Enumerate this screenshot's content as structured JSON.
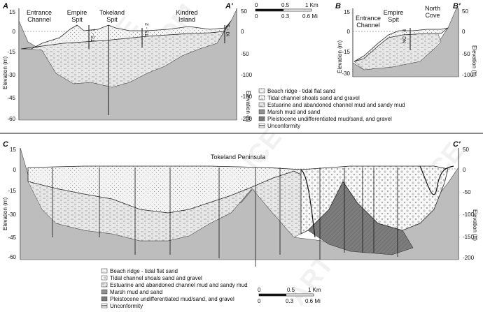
{
  "panel_top_left": {
    "corner_left": "A",
    "corner_right": "A'",
    "sites": [
      "Entrance\nChannel",
      "Empire\nSpit",
      "Tokeland\nSpit",
      "Kindred\nIsland"
    ],
    "wells": [
      "TS - 1",
      "TS - 2",
      "KI - 1"
    ],
    "y_left_label": "Elevation (m)",
    "y_right_label": "Elevation (ft)",
    "y_left_ticks": [
      "15",
      "0",
      "-15",
      "-30",
      "-45",
      "-60"
    ],
    "y_right_ticks": [
      "50",
      "0",
      "-50",
      "-100",
      "-150",
      "-200"
    ]
  },
  "panel_top_right": {
    "corner_left": "B",
    "corner_right": "B'",
    "sites": [
      "Entrance\nChannel",
      "Empire\nSpit",
      "North\nCove"
    ],
    "wells": [
      "NC - 4"
    ],
    "y_left_label": "Elevation (m)",
    "y_right_label": "Elevation (ft)",
    "y_left_ticks": [
      "15",
      "0",
      "-15",
      "-30"
    ],
    "y_right_ticks": [
      "50",
      "0",
      "-50",
      "-100"
    ]
  },
  "scale_top": {
    "km_labels": [
      "0",
      "0.5",
      "1 Km"
    ],
    "mi_labels": [
      "0",
      "0.3",
      "0.6 Mi"
    ]
  },
  "legend_top": [
    "Beach ridge - tidal flat sand",
    "Tidal channel shoals sand and gravel",
    "Estuarine and abandoned channel mud and sandy mud",
    "Marsh mud and sand",
    "Pleistocene undifferentiated mud/sand, and gravel",
    "Unconformity"
  ],
  "panel_bottom": {
    "corner_left": "C",
    "corner_right": "C'",
    "title": "Tokeland Peninsula",
    "y_left_label": "Elevation (m)",
    "y_right_label": "Elevation (ft)",
    "y_left_ticks": [
      "15",
      "0",
      "-15",
      "-30",
      "-45",
      "-60"
    ],
    "y_right_ticks": [
      "50",
      "0",
      "-50",
      "-100",
      "-150",
      "-200"
    ]
  },
  "legend_bottom": [
    "Beach ridge - tidal flat sand",
    "Tidal channel shoals sand and gravel",
    "Estuarine and abandoned channel mud and sandy mud",
    "Marsh mud and sand",
    "Pleistocene undifferentiated mud/sand, and gravel",
    "Unconformity"
  ],
  "scale_bottom": {
    "km_labels": [
      "0",
      "0.5",
      "1 Km"
    ],
    "mi_labels": [
      "0",
      "0.3",
      "0.6 Mi"
    ]
  },
  "colors": {
    "pleistocene": "#b9b9b9",
    "pleistocene_dark": "#7a7a7a",
    "marsh": "#8f8f8f",
    "line": "#111111"
  }
}
